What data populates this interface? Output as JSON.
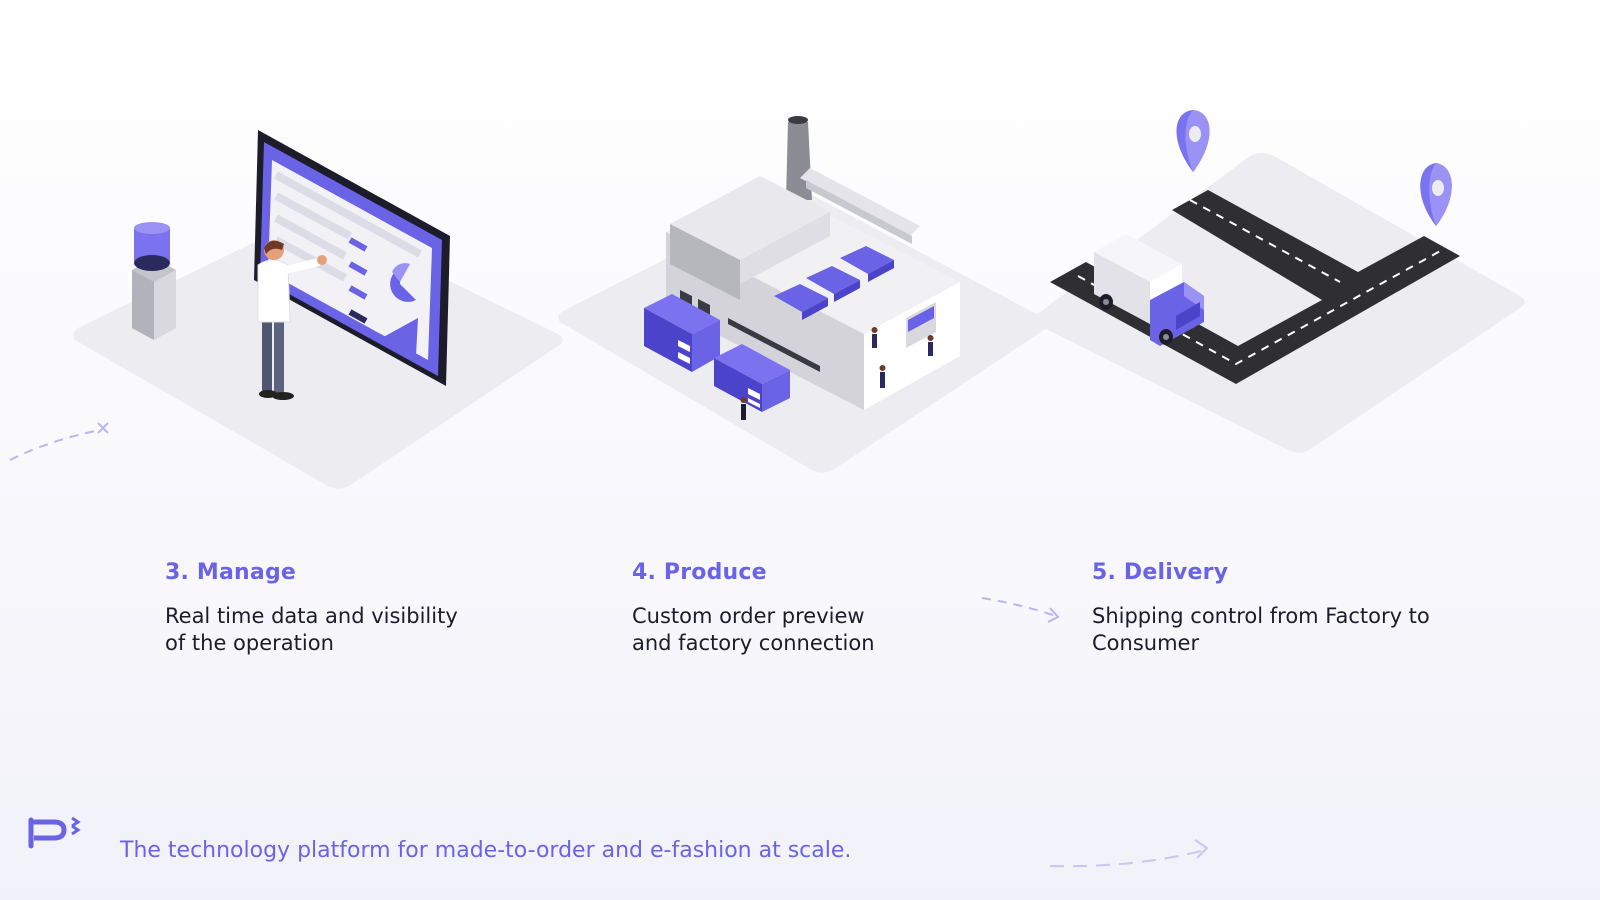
{
  "steps": [
    {
      "title": "3. Manage",
      "desc_line1": "Real time data and visibility",
      "desc_line2": "of the operation"
    },
    {
      "title": "4. Produce",
      "desc_line1": "Custom order preview",
      "desc_line2": "and factory connection"
    },
    {
      "title": "5. Delivery",
      "desc_line1": "Shipping control from Factory to",
      "desc_line2": "Consumer"
    }
  ],
  "footer": {
    "tagline": "The technology platform for made-to-order and e-fashion at scale.",
    "logo_icon": "brand-logo-icon"
  },
  "colors": {
    "accent": "#6b63e6",
    "accent_dark": "#4b43c9",
    "text": "#1c1c2a",
    "platform": "#ececf1",
    "road": "#2f2f33"
  }
}
